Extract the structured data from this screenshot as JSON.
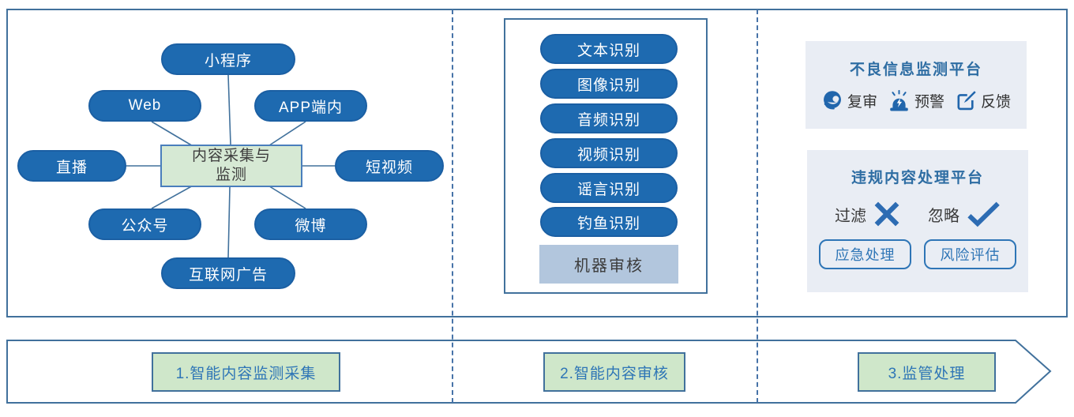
{
  "left_section": {
    "hub": {
      "line1": "内容采集与",
      "line2": "监测"
    },
    "nodes": [
      "小程序",
      "Web",
      "APP端内",
      "直播",
      "短视频",
      "公众号",
      "微博",
      "互联网广告"
    ]
  },
  "middle_section": {
    "recognition_pills": [
      "文本识别",
      "图像识别",
      "音频识别",
      "视频识别",
      "谣言识别",
      "钓鱼识别"
    ],
    "machine_audit_label": "机器审核"
  },
  "right_section": {
    "monitor_platform": {
      "title": "不良信息监测平台",
      "items": [
        {
          "icon": "headset-icon",
          "label": "复审"
        },
        {
          "icon": "siren-icon",
          "label": "预警"
        },
        {
          "icon": "edit-icon",
          "label": "反馈"
        }
      ]
    },
    "handle_platform": {
      "title": "违规内容处理平台",
      "actions": [
        {
          "icon": "x-icon",
          "label": "过滤"
        },
        {
          "icon": "check-icon",
          "label": "忽略"
        }
      ],
      "buttons": [
        "应急处理",
        "风险评估"
      ]
    }
  },
  "bottom_banner": {
    "stages": [
      "1.智能内容监测采集",
      "2.智能内容审核",
      "3.监管处理"
    ]
  },
  "colors": {
    "node_blue": "#1e6ab0",
    "line_blue": "#41719c",
    "dash_blue": "#4773a8",
    "title_blue": "#2e6da3",
    "icon_blue": "#2166ac",
    "hub_green_bg": "#d6e9d4",
    "panel_bg": "#e9edf4",
    "machine_audit_bg": "#b2c6dd",
    "stage_green_bg": "#cfe7ca",
    "stage_text_blue": "#2e75b6"
  }
}
